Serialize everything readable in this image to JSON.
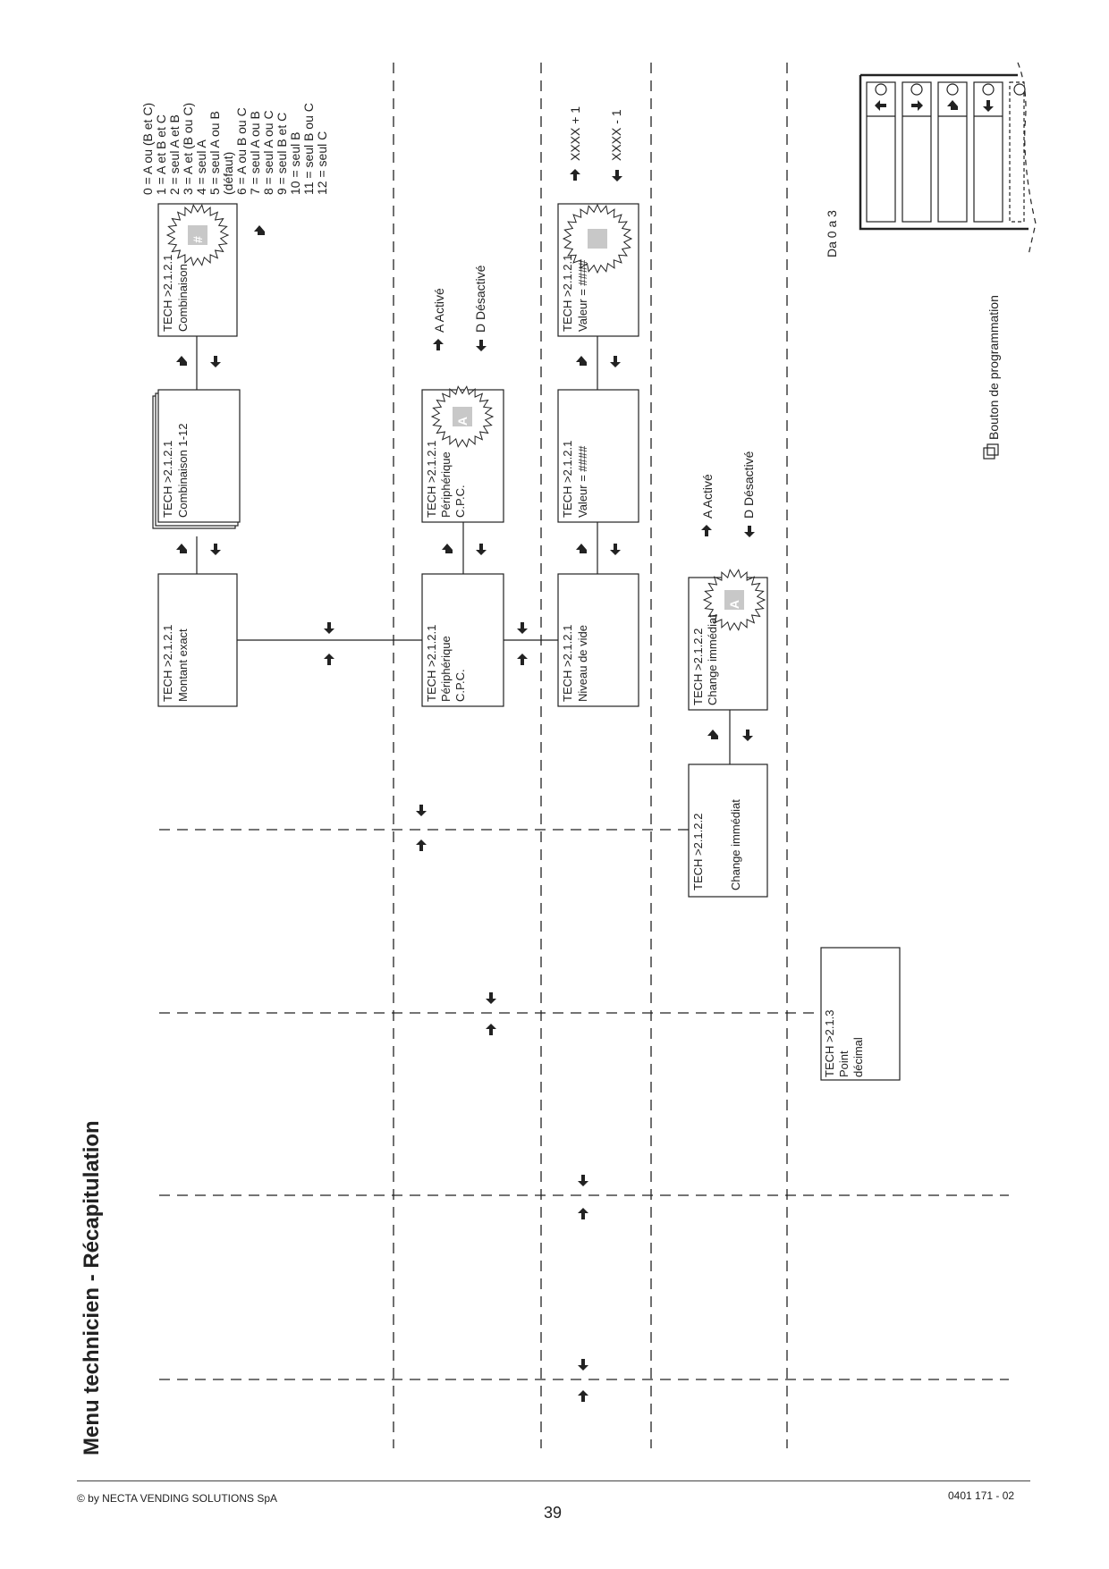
{
  "page": {
    "title": "Menu technicien - Récapitulation",
    "copyright": "© by NECTA VENDING SOLUTIONS SpA",
    "page_number": "39",
    "doc_ref": "0401 171 - 02"
  },
  "boxes": {
    "montant_exact": [
      "TECH >2.1.2.1",
      "Montant exact"
    ],
    "combinaison_1_12": [
      "TECH >2.1.2.1",
      "Combinaison 1-12"
    ],
    "combinaison": [
      "TECH >2.1.2.1",
      "Combinaison"
    ],
    "combinaison_symbol": "#",
    "peripherique_select": [
      "TECH >2.1.2.1",
      "Périphérique",
      "C.P.C."
    ],
    "peripherique_cpc": [
      "TECH >2.1.2.1",
      "Périphérique",
      "C.P.C."
    ],
    "peripherique_symbol": "A",
    "niveau_de_vide": [
      "TECH >2.1.2.1",
      "Niveau de vide"
    ],
    "valeur_a": [
      "TECH >2.1.2.1",
      "Valeur = ####"
    ],
    "valeur_b": [
      "TECH >2.1.2.1",
      "Valeur = ####"
    ],
    "change_immediat_menu": [
      "TECH >2.1.2.2",
      "Change immédiat"
    ],
    "change_immediat_edit": [
      "TECH >2.1.2.2",
      "Change immédiat"
    ],
    "change_symbol": "A",
    "point_decimal": [
      "TECH >2.1.3",
      "Point",
      "décimal"
    ]
  },
  "combination_list": [
    "0 = A ou (B et C)",
    "1 = A et B et C",
    "2 = seul A et B",
    "3 = A et (B ou C)",
    "4 = seul A",
    "5 = seul A ou B",
    "(défaut)",
    "6 = A ou B ou C",
    "7 = seul A ou B",
    "8 = seul A ou C",
    "9 = seul B et C",
    "10 = seul B",
    "11 = seul B ou C",
    "12 = seul C"
  ],
  "options": {
    "active": "A  Activé",
    "inactive": "D  Désactivé",
    "increment": "XXXX + 1",
    "decrement": "XXXX - 1"
  },
  "range_label": "Da 0 a 3",
  "keypad_label": "Bouton de programmation",
  "colors": {
    "line": "#222222",
    "symbol_fill": "#c8c8c8"
  }
}
